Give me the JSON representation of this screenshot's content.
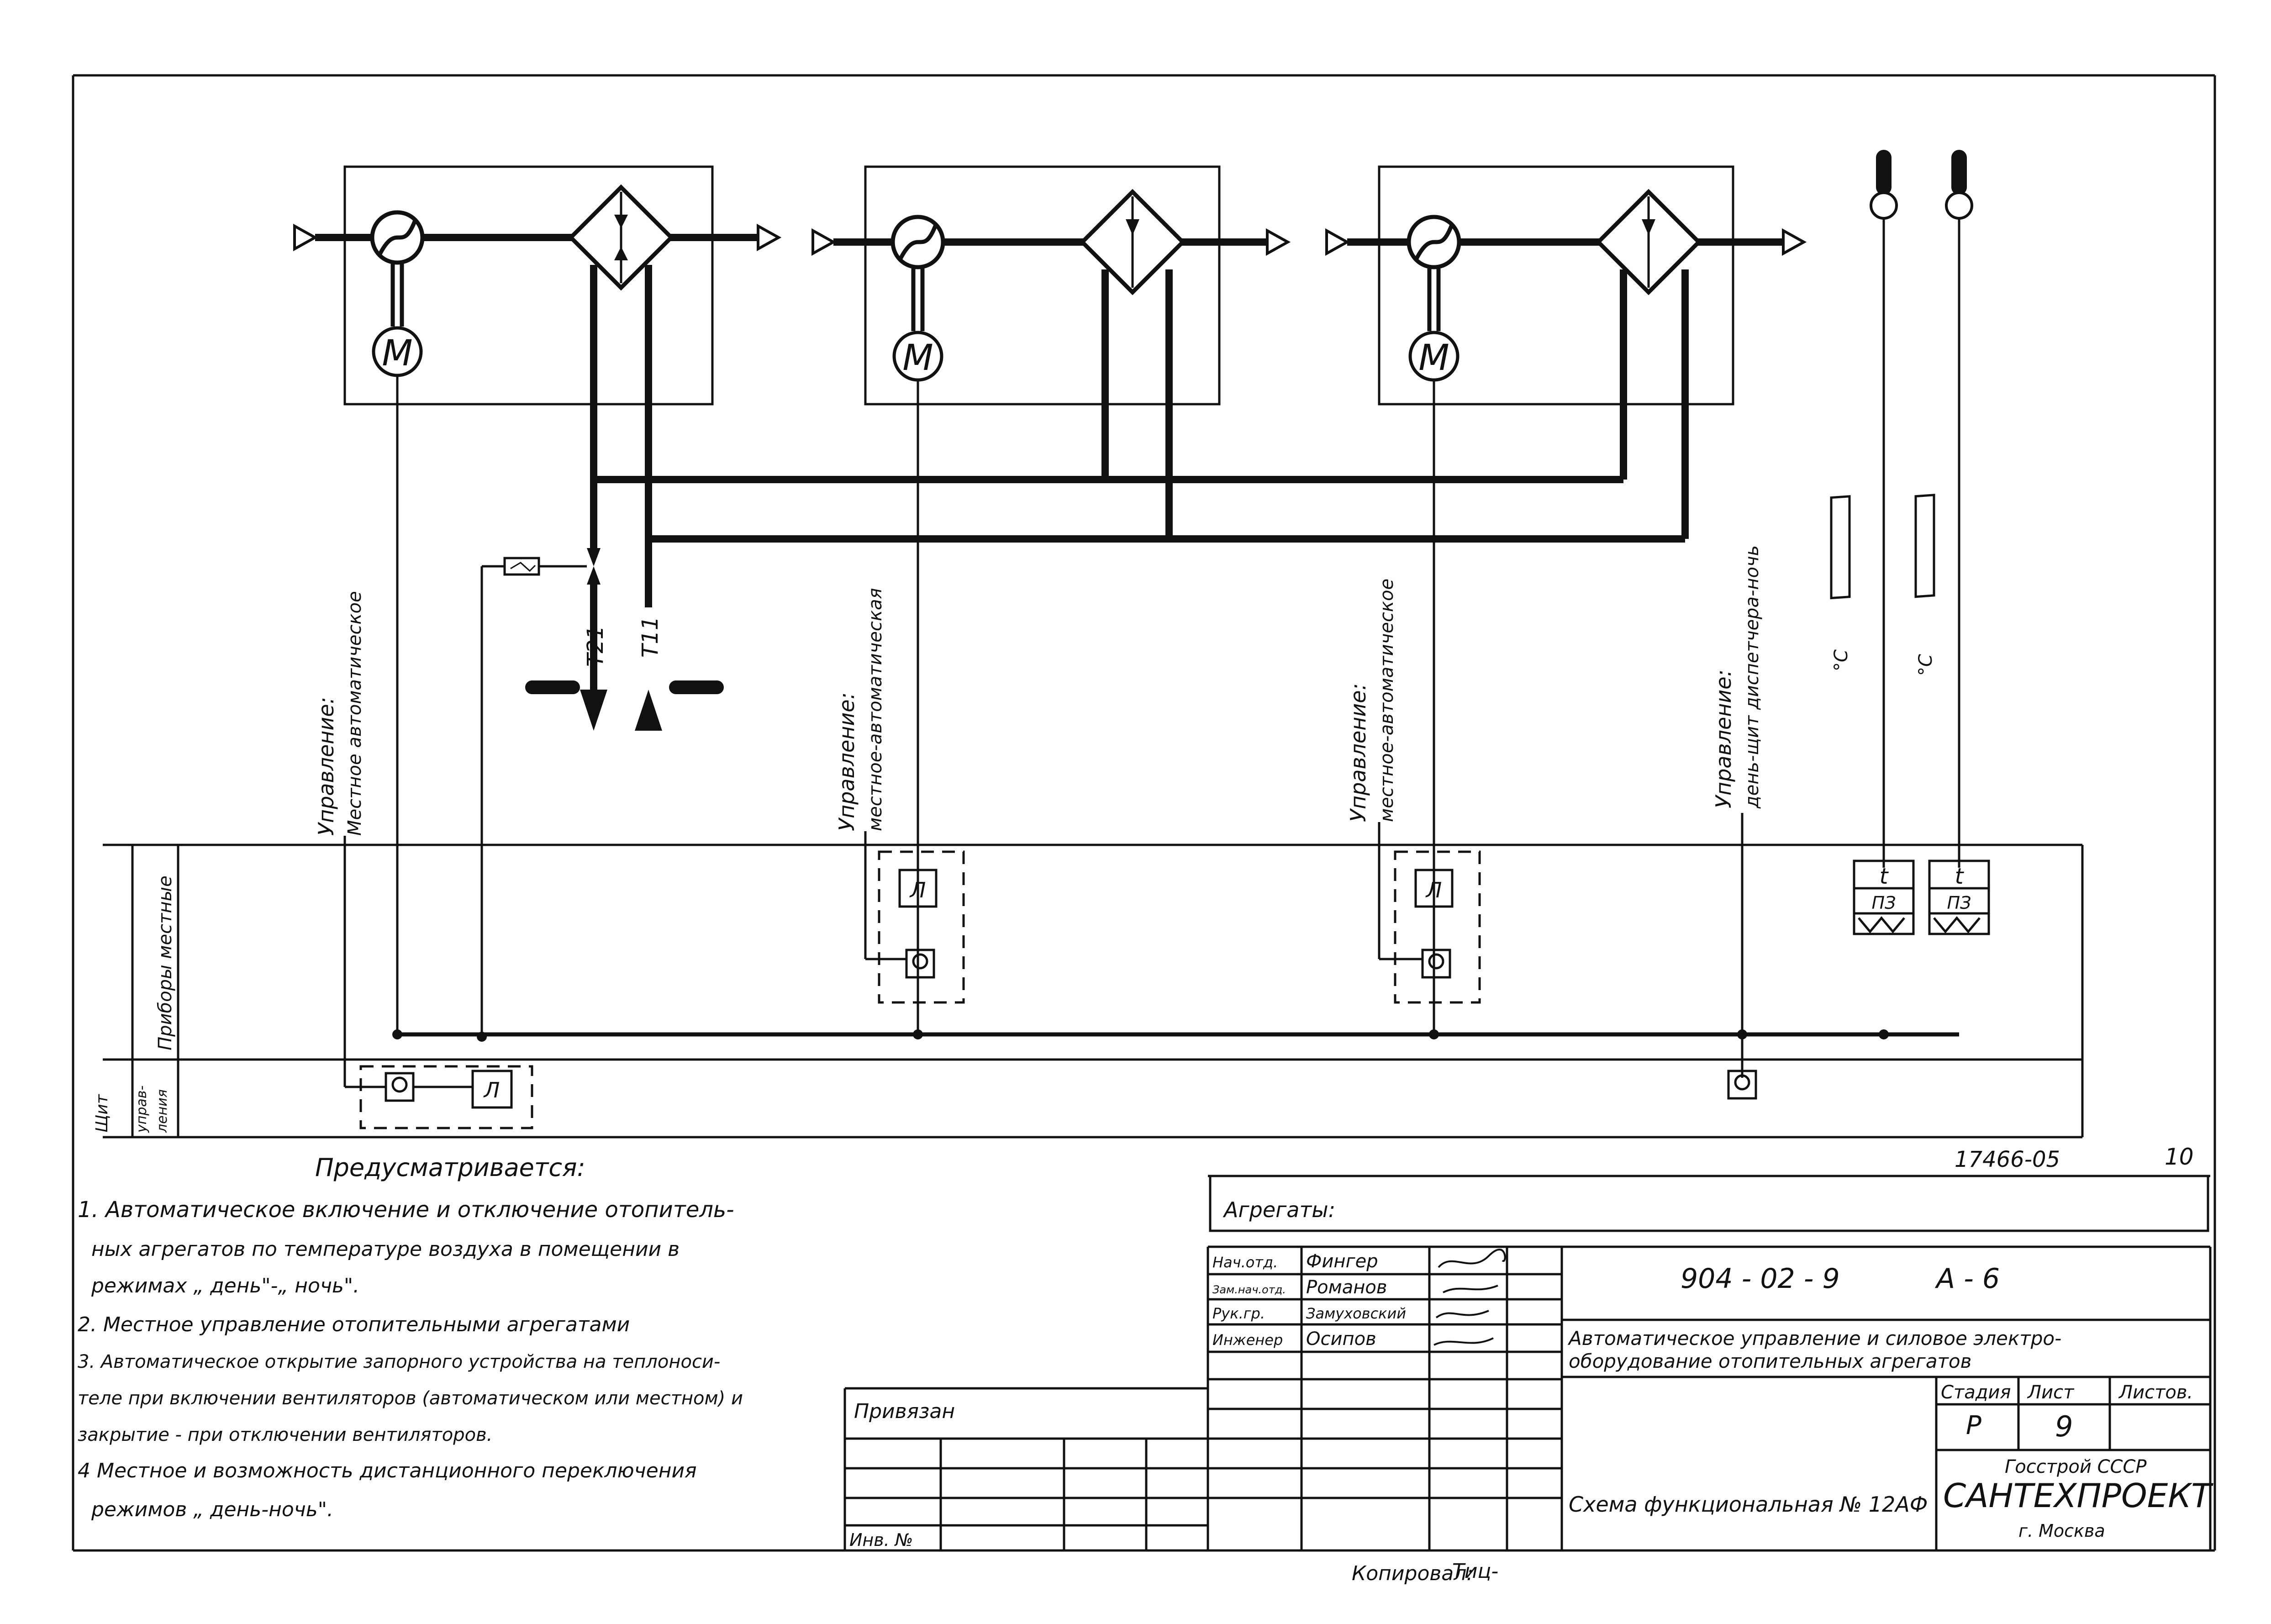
{
  "labels": {
    "control_1_title": "Управление:",
    "control_1_mode": "Местное автоматическое",
    "control_2_title": "Управление:",
    "control_2_mode": "местное-автоматическая",
    "control_3_title": "Управление:",
    "control_3_mode": "местное-автоматическое",
    "control_4_title": "Управление:",
    "control_4_mode": "день-щит диспетчера-ночь",
    "pipe_return": "Т21",
    "pipe_supply": "Т11",
    "thermo_unit_1": "°С",
    "thermo_unit_2": "°С",
    "motor_symbol": "М",
    "relay_symbol": "Л",
    "temp_symbol": "t",
    "temp_code": "ПЗ",
    "row_local_devices": "Приборы местные",
    "row_panel_1": "Щит",
    "row_panel_2": "управ-",
    "row_panel_3": "ления"
  },
  "notes": {
    "heading": "Предусматривается:",
    "lines": [
      "1. Автоматическое включение и отключение отопитель-",
      "ных агрегатов по температуре воздуха в помещении в",
      "режимах „ день\"-„ ночь\".",
      "2. Местное управление отопительными агрегатами",
      "3. Автоматическое открытие запорного устройства на теплоноси-",
      "теле при включении вентиляторов (автоматическом или местном) и",
      "закрытие - при отключении вентиляторов.",
      "4 Местное и возможность дистанционного переключения",
      "режимов „ день-ночь\"."
    ]
  },
  "title_block": {
    "doc_code": "17466-05",
    "page_number": "10",
    "aggregates_label": "Агрегаты:",
    "project_number": "904 - 02 - 9",
    "album": "А - 6",
    "description_1": "Автоматическое управление и силовое электро-",
    "description_2": "оборудование отопительных агрегатов",
    "stage_label": "Стадия",
    "sheet_label": "Лист",
    "sheets_label": "Листов.",
    "stage_value": "Р",
    "sheet_value": "9",
    "drawing_title": "Схема функциональная № 12АФ",
    "org_top": "Госстрой СССР",
    "org_name": "САНТЕХПРОЕКТ",
    "org_city": "г. Москва",
    "bound_label": "Привязан",
    "inv_label": "Инв. №",
    "copied_label": "Копировал:",
    "copied_sign": "Тиц-",
    "staff": [
      {
        "role": "Нач.отд.",
        "name": "Фингер"
      },
      {
        "role": "Зам.нач.отд.",
        "name": "Романов"
      },
      {
        "role": "Рук.гр.",
        "name": "Замуховский"
      },
      {
        "role": "Инженер",
        "name": "Осипов"
      }
    ]
  }
}
